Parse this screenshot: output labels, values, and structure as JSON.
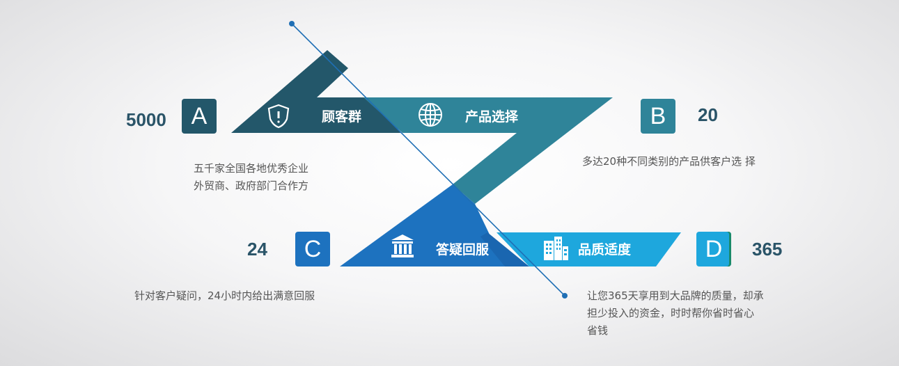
{
  "colors": {
    "dark_teal": "#23576a",
    "teal": "#2f8499",
    "blue": "#1d72bf",
    "light_blue": "#1ea7dd",
    "line": "#1f6fb5",
    "number": "#2a5468"
  },
  "items": {
    "a": {
      "letter": "A",
      "number": "5000",
      "label": "顾客群",
      "desc1": "五千家全国各地优秀企业",
      "desc2": "外贸商、政府部门合作方",
      "icon": "shield-alert-icon"
    },
    "b": {
      "letter": "B",
      "number": "20",
      "label": "产品选择",
      "desc": "多达20种不同类别的产品供客户选 择",
      "icon": "globe-icon"
    },
    "c": {
      "letter": "C",
      "number": "24",
      "label": "答疑回服",
      "desc": "针对客户疑问，24小时内给出满意回服",
      "icon": "bank-icon"
    },
    "d": {
      "letter": "D",
      "number": "365",
      "label": "品质适度",
      "desc1": "让您365天享用到大品牌的质量，却承",
      "desc2": "担少投入的资金，时时帮你省时省心",
      "desc3": "省钱",
      "icon": "buildings-icon"
    }
  }
}
